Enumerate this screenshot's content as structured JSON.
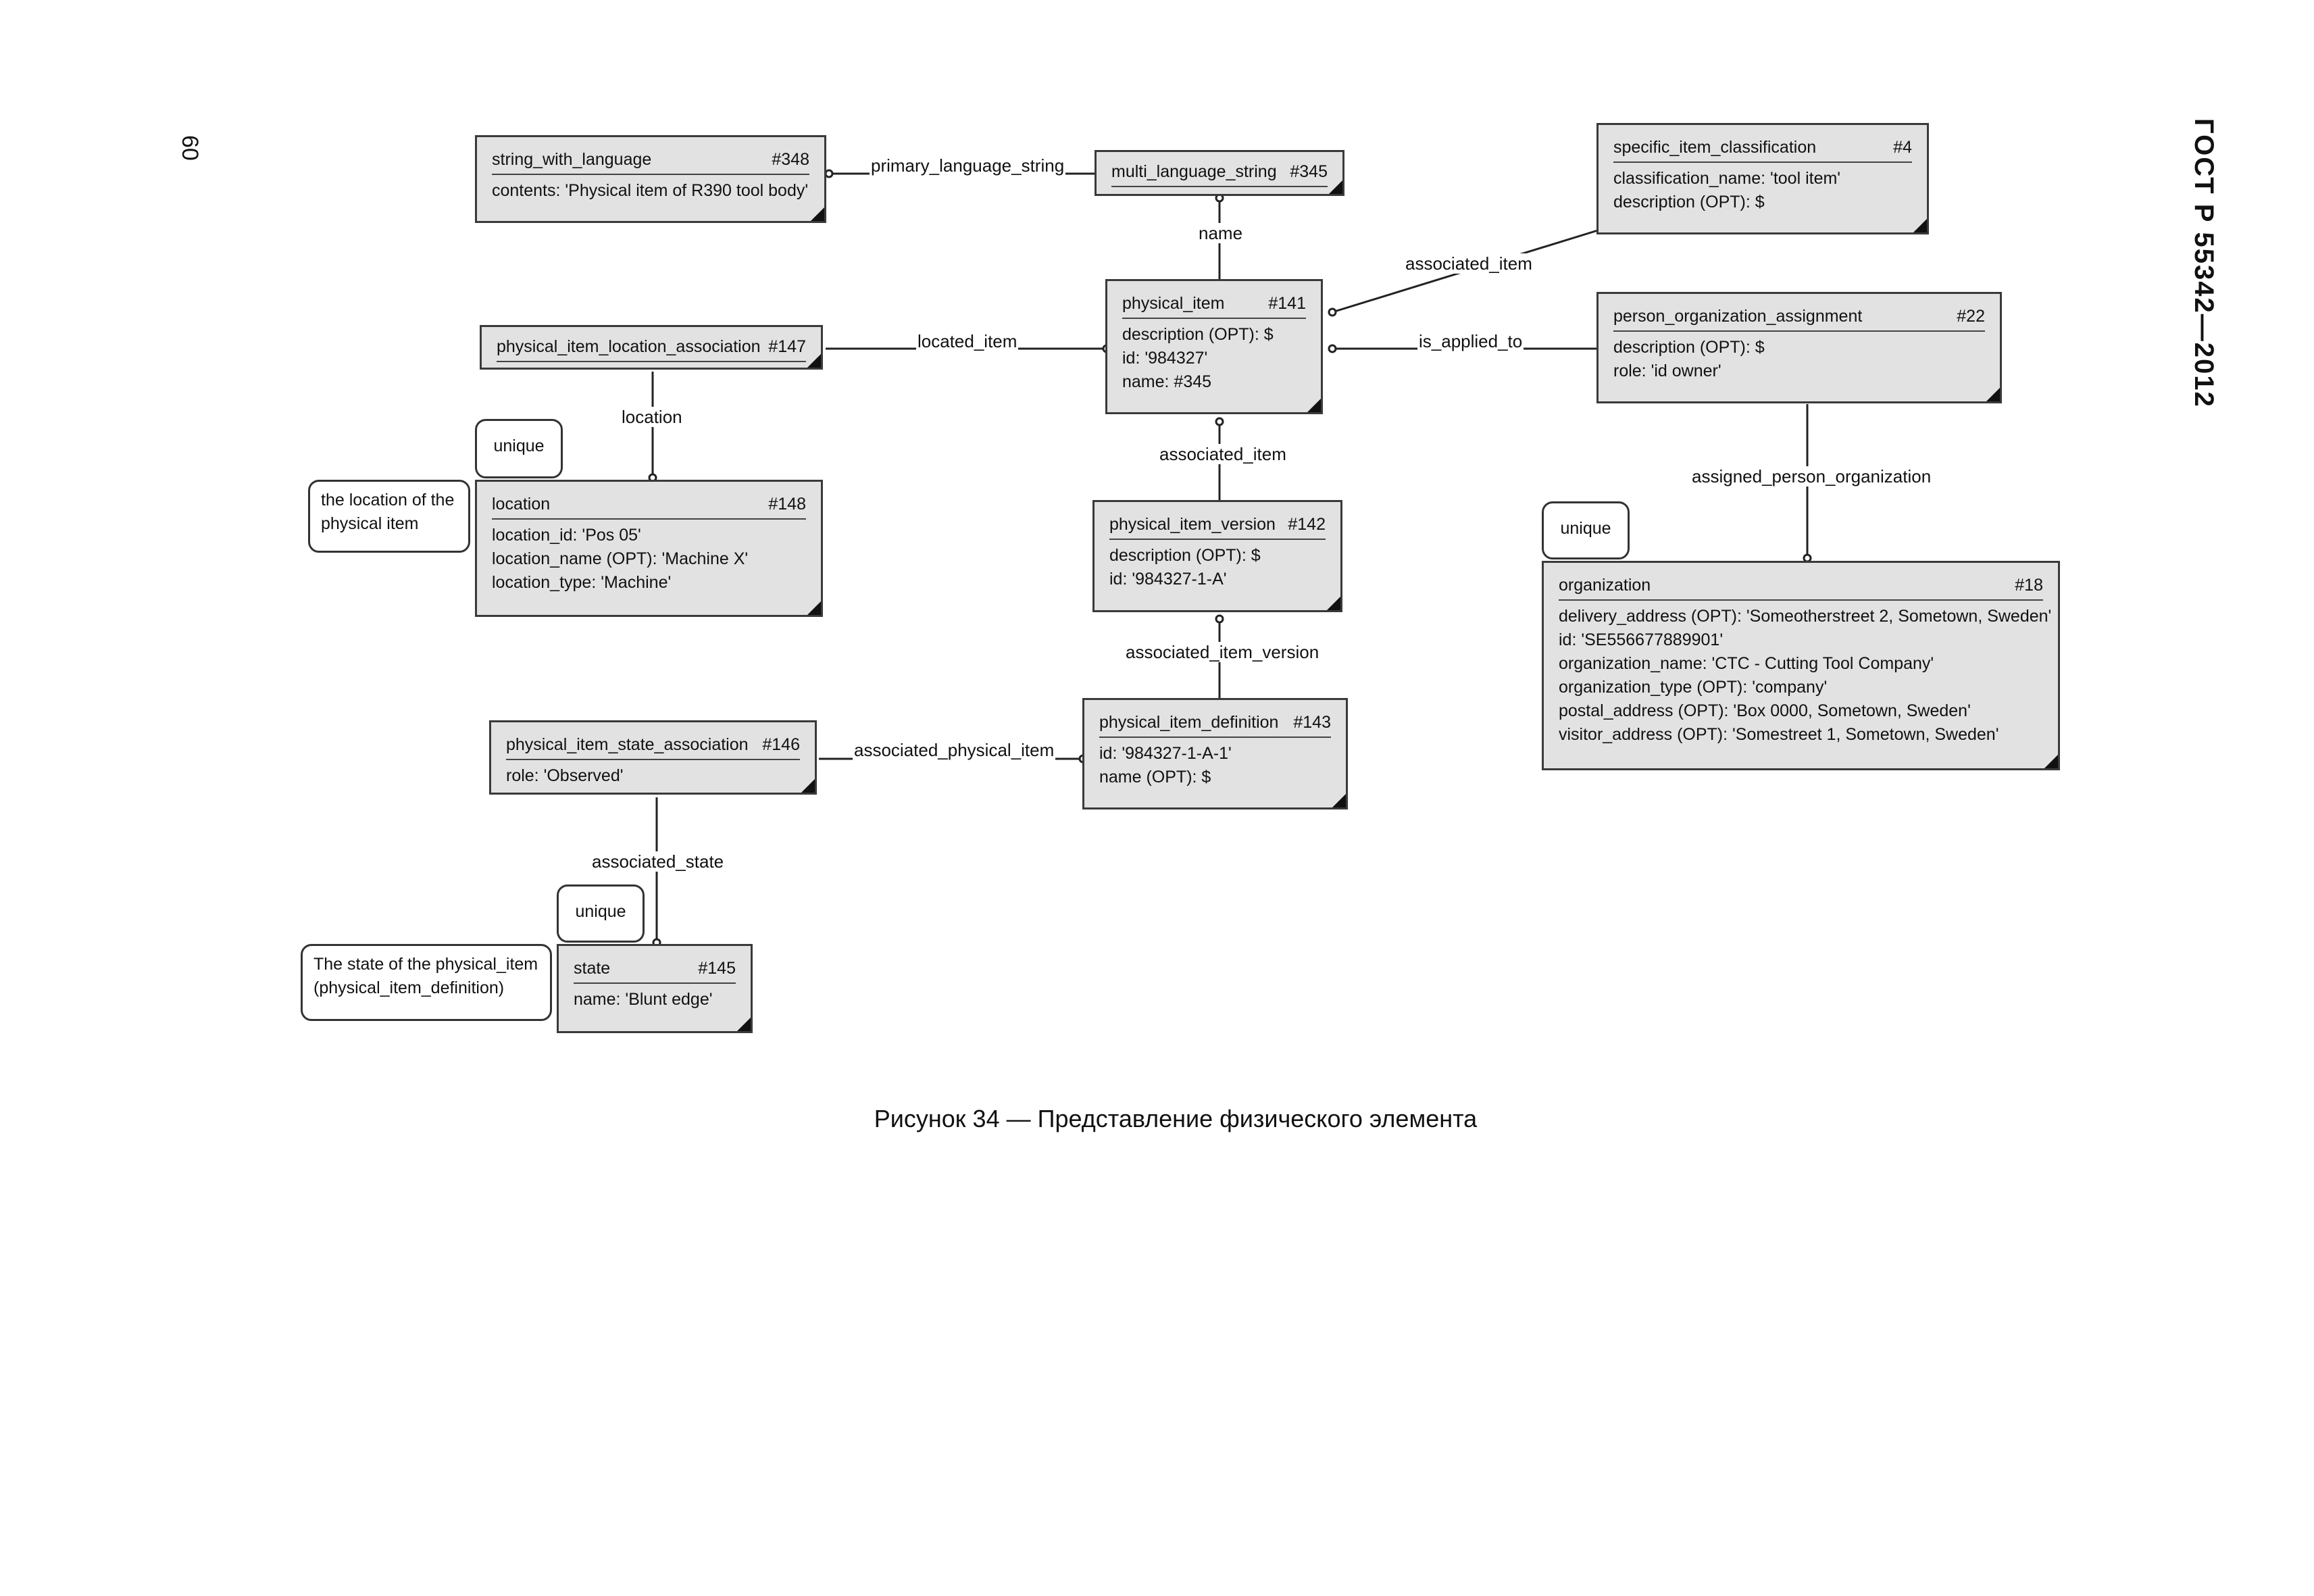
{
  "page": {
    "number": "60",
    "doc_title": "ГОСТ Р 55342—2012",
    "caption": "Рисунок 34 — Представление физического элемента"
  },
  "entities": {
    "string_with_language": {
      "name": "string_with_language",
      "id": "#348",
      "attrs": [
        "contents: 'Physical item of R390 tool body'"
      ]
    },
    "multi_language_string": {
      "name": "multi_language_string",
      "id": "#345",
      "attrs": []
    },
    "specific_item_classification": {
      "name": "specific_item_classification",
      "id": "#4",
      "attrs": [
        "classification_name: 'tool item'",
        "description (OPT): $"
      ]
    },
    "physical_item": {
      "name": "physical_item",
      "id": "#141",
      "attrs": [
        "description (OPT): $",
        "id: '984327'",
        "name: #345"
      ]
    },
    "physical_item_location_association": {
      "name": "physical_item_location_association",
      "id": "#147",
      "attrs": []
    },
    "person_organization_assignment": {
      "name": "person_organization_assignment",
      "id": "#22",
      "attrs": [
        "description (OPT): $",
        "role: 'id owner'"
      ]
    },
    "location": {
      "name": "location",
      "id": "#148",
      "attrs": [
        "location_id: 'Pos 05'",
        "location_name (OPT): 'Machine X'",
        "location_type: 'Machine'"
      ]
    },
    "physical_item_version": {
      "name": "physical_item_version",
      "id": "#142",
      "attrs": [
        "description (OPT): $",
        "id: '984327-1-A'"
      ]
    },
    "organization": {
      "name": "organization",
      "id": "#18",
      "attrs": [
        "delivery_address (OPT): 'Someotherstreet 2, Sometown, Sweden'",
        "id: 'SE556677889901'",
        "organization_name: 'CTC - Cutting Tool Company'",
        "organization_type (OPT): 'company'",
        "postal_address (OPT): 'Box 0000, Sometown, Sweden'",
        "visitor_address (OPT): 'Somestreet 1, Sometown, Sweden'"
      ]
    },
    "physical_item_definition": {
      "name": "physical_item_definition",
      "id": "#143",
      "attrs": [
        "id: '984327-1-A-1'",
        "name (OPT): $"
      ]
    },
    "physical_item_state_association": {
      "name": "physical_item_state_association",
      "id": "#146",
      "attrs": [
        "role: 'Observed'"
      ]
    },
    "state": {
      "name": "state",
      "id": "#145",
      "attrs": [
        "name: 'Blunt edge'"
      ]
    }
  },
  "relations": {
    "primary_language_string": "primary_language_string",
    "name": "name",
    "associated_item_classification": "associated_item",
    "located_item": "located_item",
    "is_applied_to": "is_applied_to",
    "location": "location",
    "associated_item_version": "associated_item",
    "assigned_person_organization": "assigned_person_organization",
    "associated_item_version_link": "associated_item_version",
    "associated_physical_item": "associated_physical_item",
    "associated_state": "associated_state"
  },
  "notes": {
    "unique_location": "unique",
    "location_note": [
      "the location of the",
      "physical item"
    ],
    "unique_organization": "unique",
    "unique_state": "unique",
    "state_note": [
      "The state of the physical_item",
      "(physical_item_definition)"
    ]
  }
}
